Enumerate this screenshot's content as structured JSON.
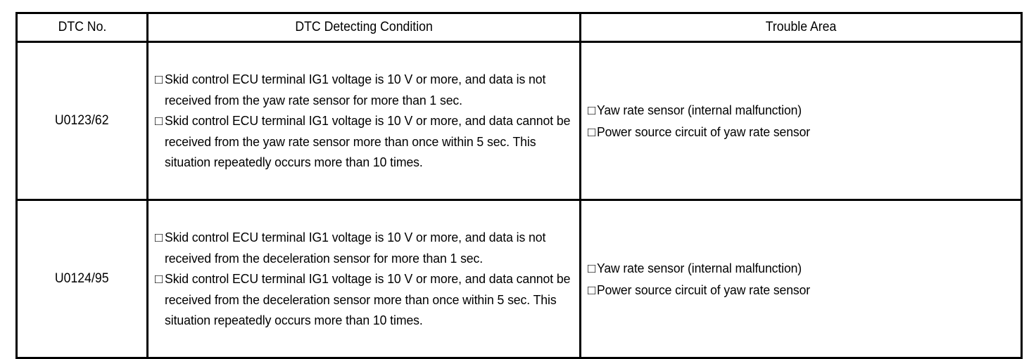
{
  "table": {
    "headers": [
      "DTC No.",
      "DTC Detecting Condition",
      "Trouble Area"
    ],
    "bullet_glyph": "□",
    "rows": [
      {
        "dtc_no": "U0123/62",
        "conditions": [
          "Skid control ECU terminal IG1 voltage is 10 V or more, and data is not received from the yaw rate sensor for more than 1 sec.",
          "Skid control ECU terminal IG1 voltage is 10 V or more, and data cannot be received from the yaw rate sensor more than once within 5 sec. This situation repeatedly occurs more than 10 times."
        ],
        "trouble_areas": [
          "Yaw rate sensor (internal malfunction)",
          "Power source circuit of yaw rate sensor"
        ]
      },
      {
        "dtc_no": "U0124/95",
        "conditions": [
          "Skid control ECU terminal IG1 voltage is 10 V or more, and data is not received from the deceleration sensor for more than 1 sec.",
          "Skid control ECU terminal IG1 voltage is 10 V or more, and data cannot be received from the deceleration sensor more than once within 5 sec. This situation repeatedly occurs more than 10 times."
        ],
        "trouble_areas": [
          "Yaw rate sensor (internal malfunction)",
          "Power source circuit of yaw rate sensor"
        ]
      }
    ]
  },
  "style": {
    "border_color": "#000000",
    "text_color": "#000000",
    "background": "#ffffff"
  }
}
